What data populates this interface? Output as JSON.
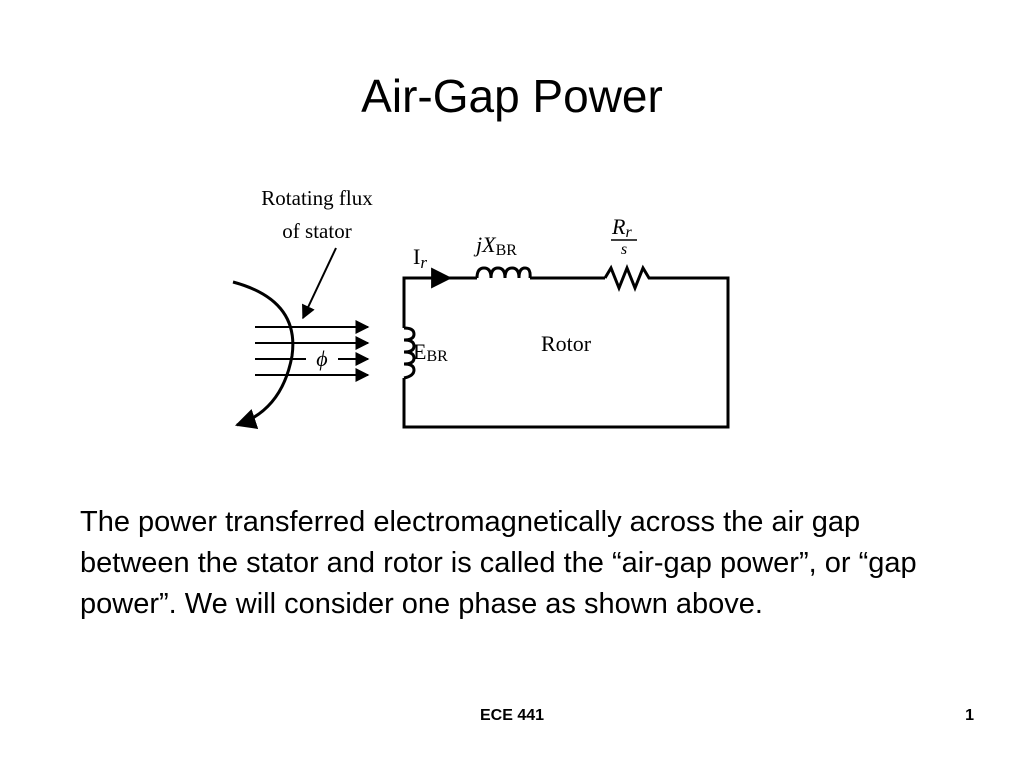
{
  "slide": {
    "title": "Air-Gap Power",
    "paragraph": "The power transferred electromagnetically across the air gap between the stator and rotor is called the “air-gap power”, or “gap power”.  We will consider one phase as shown above.",
    "footer": "ECE 441",
    "page_number": "1"
  },
  "diagram": {
    "flux_label_line1": "Rotating flux",
    "flux_label_line2": "of stator",
    "phi_symbol": "ϕ",
    "current_main": "I",
    "current_sub": "r",
    "reactance_j": "j",
    "reactance_x": "X",
    "reactance_sub": "BR",
    "resistance_num_main": "R",
    "resistance_num_sub": "r",
    "resistance_den": "s",
    "emf_main": "E",
    "emf_sub": "BR",
    "rotor_label": "Rotor"
  }
}
